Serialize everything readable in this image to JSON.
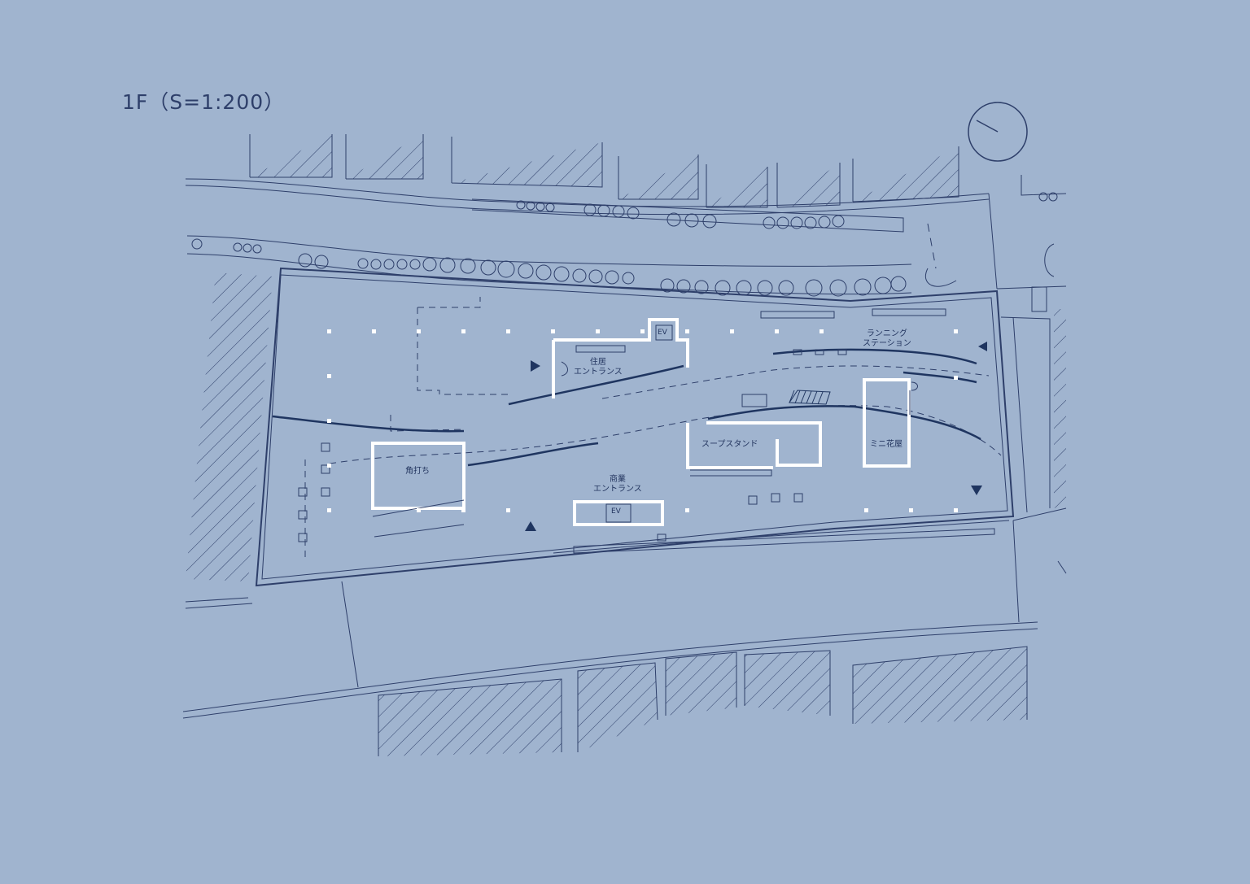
{
  "title": "1F（S=1:200）",
  "rooms": {
    "kakuuchi": "角打ち",
    "soup_stand": "スープスタンド",
    "mini_florist": "ミニ花屋"
  },
  "labels": {
    "residential_entrance": [
      "住居",
      "エントランス"
    ],
    "commercial_entrance": [
      "商業",
      "エントランス"
    ],
    "running_station": [
      "ランニング",
      "ステーション"
    ]
  },
  "elevator_label": "EV",
  "colors": {
    "background": "#a0b4cf",
    "line": "#2e3f6a",
    "wall": "#ffffff",
    "accent": "#1f3560"
  },
  "icons": [
    "north-indicator-icon",
    "entry-arrow-icon",
    "hatch-pattern",
    "tree-icon"
  ]
}
